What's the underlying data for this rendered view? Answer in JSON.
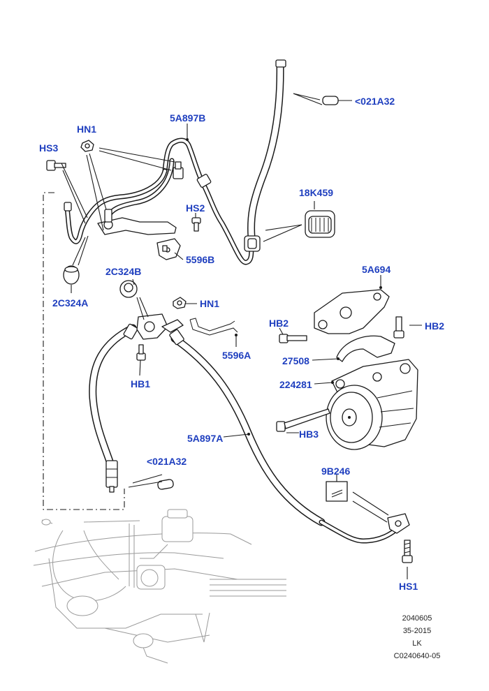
{
  "labels": {
    "l_021a32_top": "<021A32",
    "l_5a897b": "5A897B",
    "l_hn1_top": "HN1",
    "l_hs3": "HS3",
    "l_hs2": "HS2",
    "l_18k459": "18K459",
    "l_5596b": "5596B",
    "l_2c324b": "2C324B",
    "l_2c324a": "2C324A",
    "l_hn1_mid": "HN1",
    "l_5a694": "5A694",
    "l_hb2_left": "HB2",
    "l_hb2_right": "HB2",
    "l_5596a": "5596A",
    "l_27508": "27508",
    "l_hb1": "HB1",
    "l_224281": "224281",
    "l_5a897a": "5A897A",
    "l_hb3": "HB3",
    "l_021a32_bot": "<021A32",
    "l_9b246": "9B246",
    "l_hs1": "HS1"
  },
  "reference": {
    "code1": "2040605",
    "code2": "35-2015",
    "author": "LK",
    "code3": "C0240640-05"
  },
  "colors": {
    "callout": "#1f3fbf",
    "line": "#1a1a1a",
    "ghost": "#9a9a9a"
  }
}
